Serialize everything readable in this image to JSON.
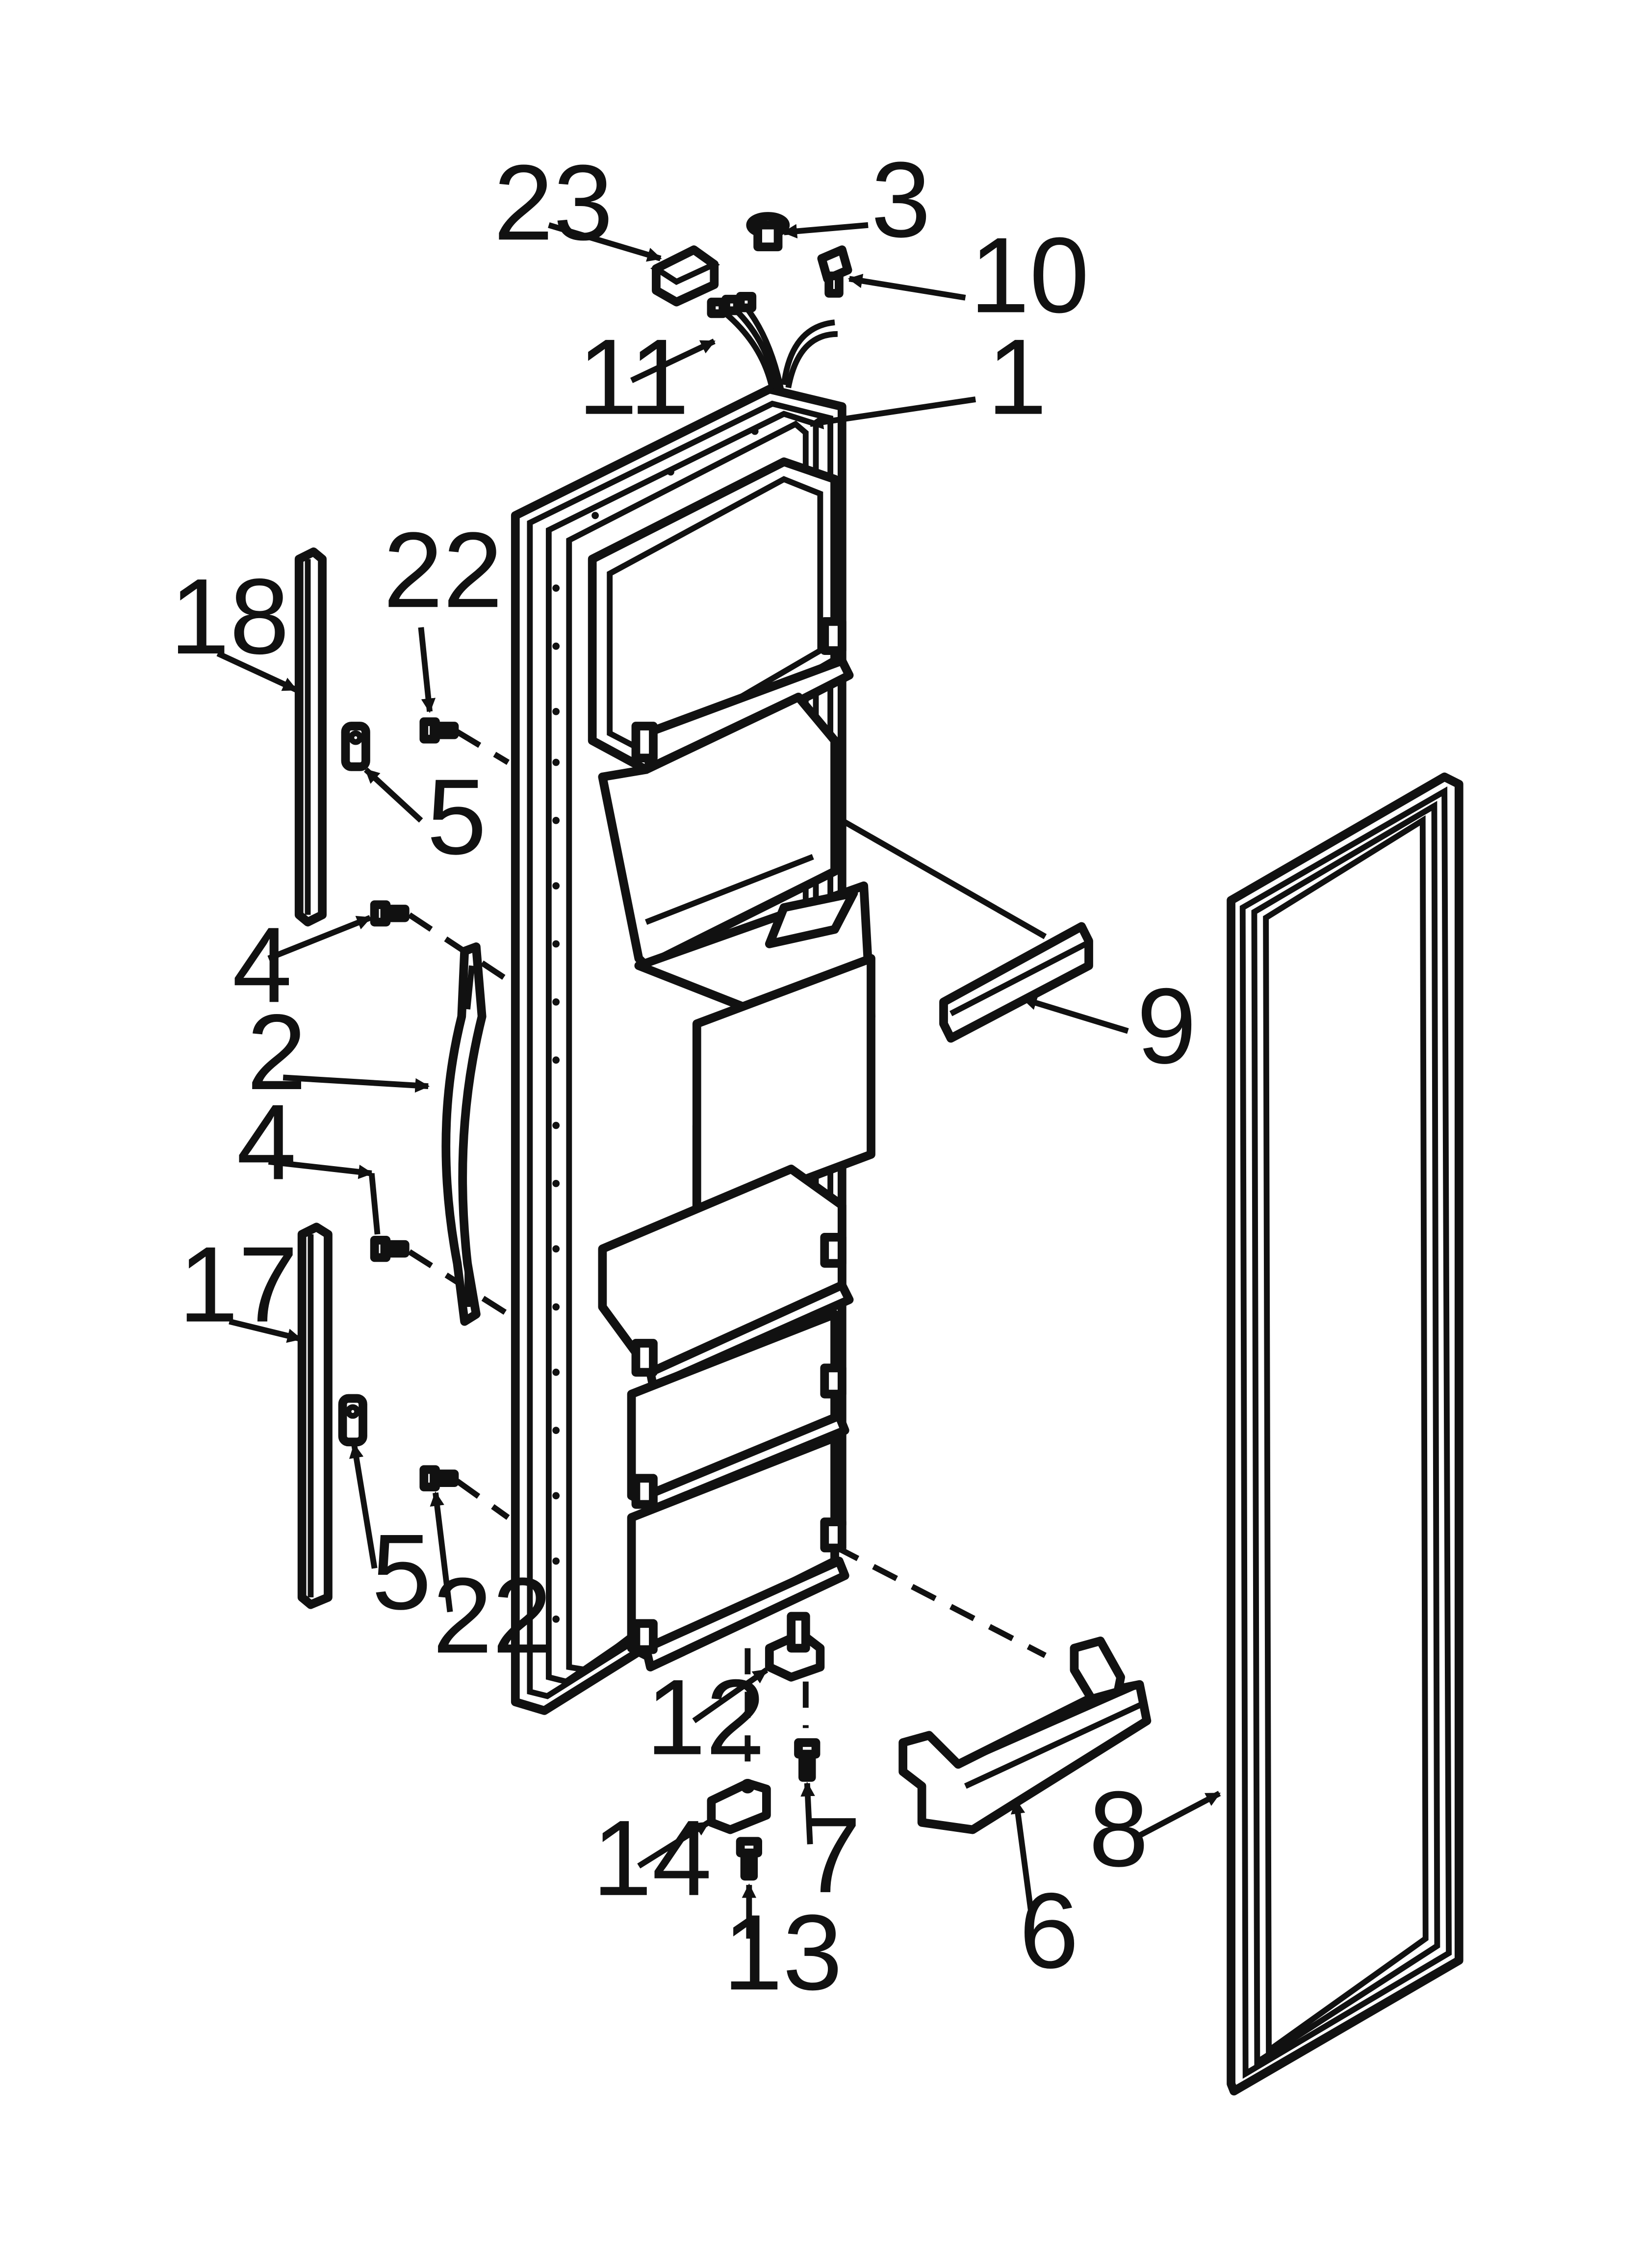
{
  "diagram": {
    "type": "exploded parts diagram",
    "subject": "refrigerator freezer door assembly"
  },
  "callouts": {
    "p1": "1",
    "p2": "2",
    "p3": "3",
    "p4a": "4",
    "p4b": "4",
    "p5a": "5",
    "p5b": "5",
    "p6": "6",
    "p7": "7",
    "p8": "8",
    "p9": "9",
    "p10": "10",
    "p11": "11",
    "p12": "12",
    "p13": "13",
    "p14": "14",
    "p17": "17",
    "p18": "18",
    "p22a": "22",
    "p22b": "22",
    "p23": "23"
  },
  "colors": {
    "ink": "#111111",
    "paper": "#ffffff"
  }
}
